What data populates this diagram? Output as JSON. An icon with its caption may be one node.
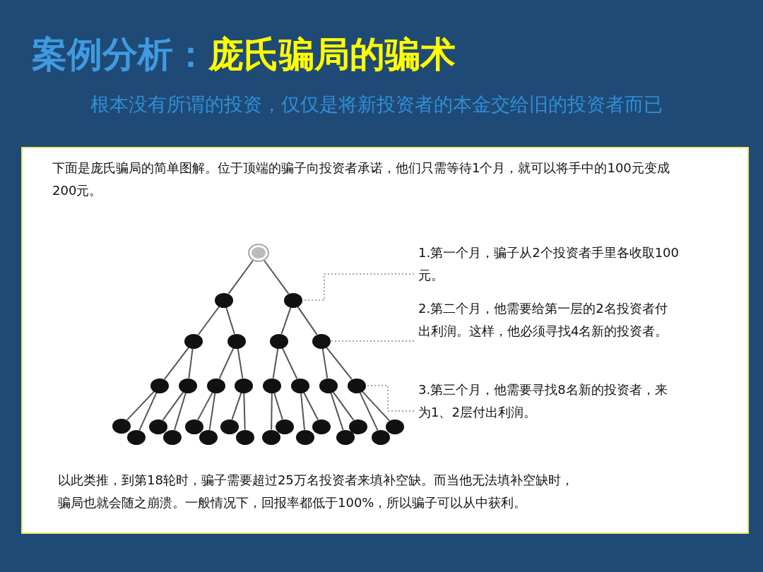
{
  "diagram": {
    "title": "案例分析：*庞氏骗局的骗术*",
    "nodes": [
      {
        "text": [],
        "shape": "circle"
      },
      {
        "text": [],
        "shape": "circle"
      },
      {
        "text": [],
        "shape": "circle"
      },
      {
        "text": [],
        "shape": "circle"
      },
      {
        "text": [],
        "shape": "circle"
      },
      {
        "text": [],
        "shape": "circle"
      },
      {
        "text": [],
        "shape": "circle"
      },
      {
        "text": [],
        "shape": "circle"
      },
      {
        "text": [],
        "shape": "circle"
      },
      {
        "text": [],
        "shape": "circle"
      },
      {
        "text": [],
        "shape": "circle"
      },
      {
        "text": [],
        "shape": "circle"
      },
      {
        "text": [],
        "shape": "circle"
      },
      {
        "text": [],
        "shape": "circle"
      },
      {
        "text": [],
        "shape": "circle"
      },
      {
        "text": [],
        "shape": "circle"
      },
      {
        "text": [],
        "shape": "circle"
      },
      {
        "text": [],
        "shape": "circle"
      },
      {
        "text": [],
        "shape": "circle"
      },
      {
        "text": [],
        "shape": "circle"
      },
      {
        "text": [],
        "shape": "circle"
      },
      {
        "text": [],
        "shape": "circle"
      },
      {
        "text": [],
        "shape": "circle"
      },
      {
        "text": [],
        "shape": "circle"
      },
      {
        "text": [],
        "shape": "circle"
      },
      {
        "text": [],
        "shape": "circle"
      },
      {
        "text": [],
        "shape": "circle"
      },
      {
        "text": [],
        "shape": "circle"
      },
      {
        "text": [],
        "shape": "circle"
      },
      {
        "text": [],
        "shape": "circle"
      },
      {
        "text": [],
        "shape": "circle"
      },
      {
        "text": [
          "1.第一个月，骗子从2个投资者手里各收取100元。"
        ]
      },
      {
        "text": [
          "2.第二个月，他需要给第一层的2名投资者付出利润。这样，他必须寻找4名新的投资者。"
        ]
      },
      {
        "text": [
          "3.第三个月，他需要寻找8名新的投资者，来为1、2层付出利润。"
        ]
      }
    ],
    "edges": [
      {
        "from": 0,
        "to": 1,
        "arrow": "none"
      },
      {
        "from": 0,
        "to": 2,
        "arrow": "none"
      },
      {
        "from": 1,
        "to": 3,
        "arrow": "none"
      },
      {
        "from": 1,
        "to": 4,
        "arrow": "none"
      },
      {
        "from": 2,
        "to": 5,
        "arrow": "none"
      },
      {
        "from": 2,
        "to": 6,
        "arrow": "none"
      },
      {
        "from": 3,
        "to": 7,
        "arrow": "none"
      },
      {
        "from": 3,
        "to": 8,
        "arrow": "none"
      },
      {
        "from": 4,
        "to": 9,
        "arrow": "none"
      },
      {
        "from": 4,
        "to": 10,
        "arrow": "none"
      },
      {
        "from": 5,
        "to": 11,
        "arrow": "none"
      },
      {
        "from": 5,
        "to": 12,
        "arrow": "none"
      },
      {
        "from": 6,
        "to": 13,
        "arrow": "none"
      },
      {
        "from": 6,
        "to": 14,
        "arrow": "none"
      },
      {
        "from": 7,
        "to": 15,
        "arrow": "none"
      },
      {
        "from": 7,
        "to": 16,
        "arrow": "none"
      },
      {
        "from": 8,
        "to": 17,
        "arrow": "none"
      },
      {
        "from": 8,
        "to": 18,
        "arrow": "none"
      },
      {
        "from": 9,
        "to": 19,
        "arrow": "none"
      },
      {
        "from": 9,
        "to": 20,
        "arrow": "none"
      },
      {
        "from": 10,
        "to": 21,
        "arrow": "none"
      },
      {
        "from": 10,
        "to": 22,
        "arrow": "none"
      },
      {
        "from": 11,
        "to": 23,
        "arrow": "none"
      },
      {
        "from": 11,
        "to": 24,
        "arrow": "none"
      },
      {
        "from": 12,
        "to": 25,
        "arrow": "none"
      },
      {
        "from": 12,
        "to": 26,
        "arrow": "none"
      },
      {
        "from": 13,
        "to": 27,
        "arrow": "none"
      },
      {
        "from": 13,
        "to": 28,
        "arrow": "none"
      },
      {
        "from": 14,
        "to": 29,
        "arrow": "none"
      },
      {
        "from": 14,
        "to": 30,
        "arrow": "none"
      },
      {
        "from": 31,
        "to": 2,
        "arrow": "none",
        "style": "dashed"
      },
      {
        "from": 32,
        "to": 6,
        "arrow": "none",
        "style": "dashed"
      },
      {
        "from": 33,
        "to": 14,
        "arrow": "none",
        "style": "dashed"
      }
    ],
    "labels": [
      "根本没有所谓的投资，仅仅是将新投资者的本金交给旧的投资者而已",
      "下面是庞氏骗局的简单图解。位于顶端的骗子向投资者承诺，他们只需等待1个月，就可以将手中的100元变成200元。",
      "以此类推，到第18轮时，骗子需要超过25万名投资者来填补空缺。而当他无法填补空缺时，骗局也就会随之崩溃。一般情况下，回报率都低于100%，所以骗子可以从中获利。"
    ]
  }
}
